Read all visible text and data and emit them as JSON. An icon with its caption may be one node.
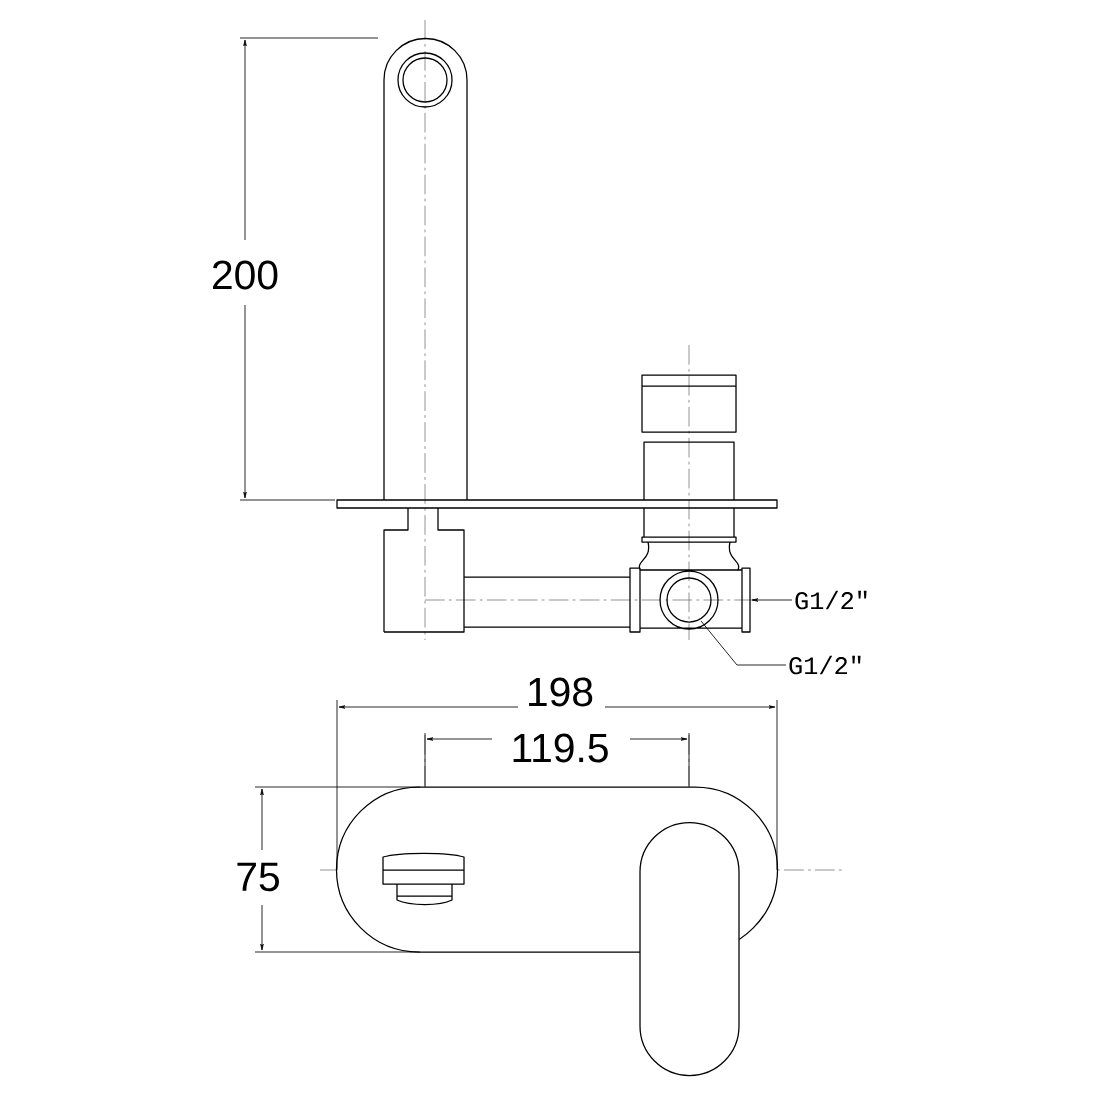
{
  "diagram": {
    "nodes": [
      {
        "text": [
          "G1/2\""
        ]
      },
      {
        "text": [
          "G1/2\""
        ]
      }
    ],
    "edges": [
      {
        "from": 0,
        "to": null,
        "arrow": "to"
      },
      {
        "from": 1,
        "to": null,
        "arrow": "none"
      }
    ],
    "labels": [
      "200",
      "198",
      "119.5",
      "75"
    ]
  }
}
